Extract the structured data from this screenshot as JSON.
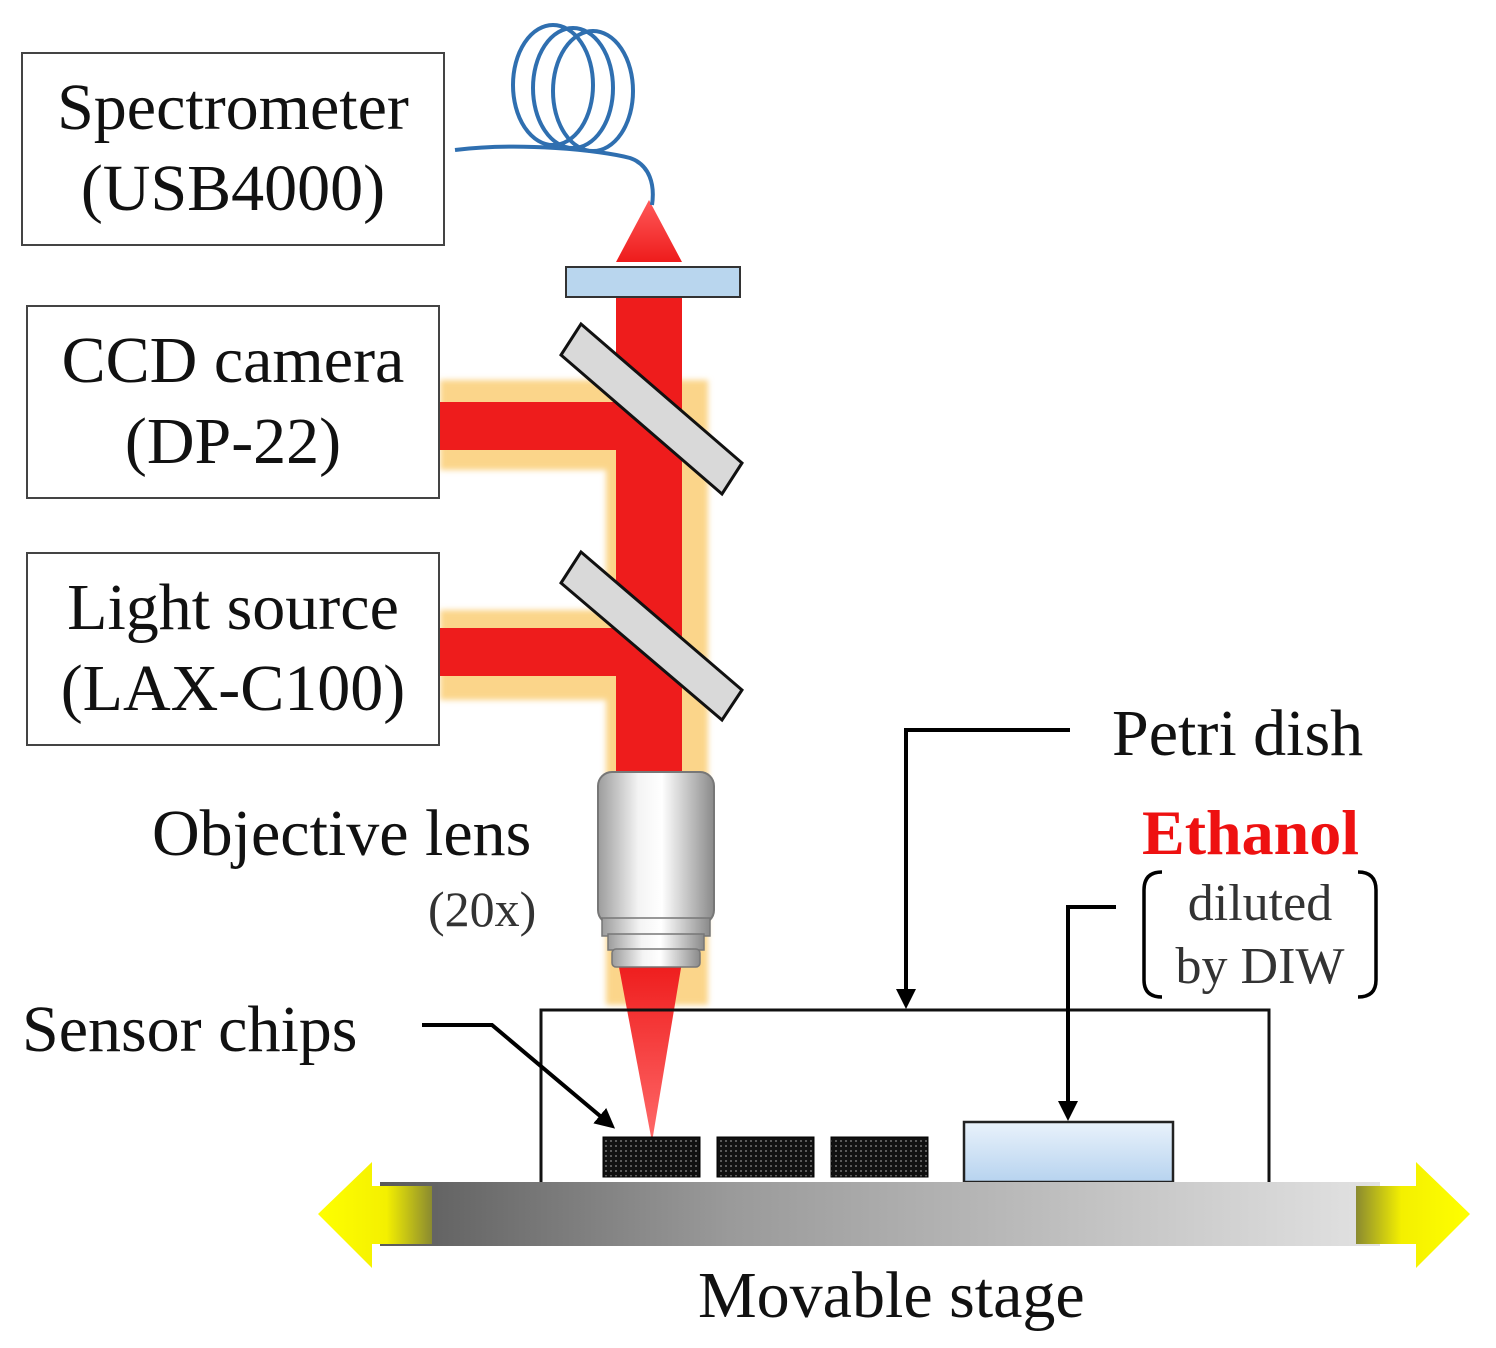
{
  "boxes": {
    "spectrometer": {
      "line1": "Spectrometer",
      "line2": "(USB4000)"
    },
    "ccd": {
      "line1": "CCD camera",
      "line2": "(DP-22)"
    },
    "light": {
      "line1": "Light source",
      "line2": "(LAX-C100)"
    }
  },
  "labels": {
    "objective": "Objective lens",
    "magnification": "(20x)",
    "sensor_chips": "Sensor chips",
    "petri_dish": "Petri dish",
    "ethanol": "Ethanol",
    "diluted_line1": "diluted",
    "diluted_line2": "by DIW",
    "stage": "Movable stage"
  },
  "colors": {
    "beam": "#ee1c1c",
    "beam_halo": "#fbd58a",
    "fiber": "#2f6fb0",
    "filter": "#b9d6ee",
    "arrow_yellow": "#ffff00",
    "ethanol": "#ee1111"
  }
}
